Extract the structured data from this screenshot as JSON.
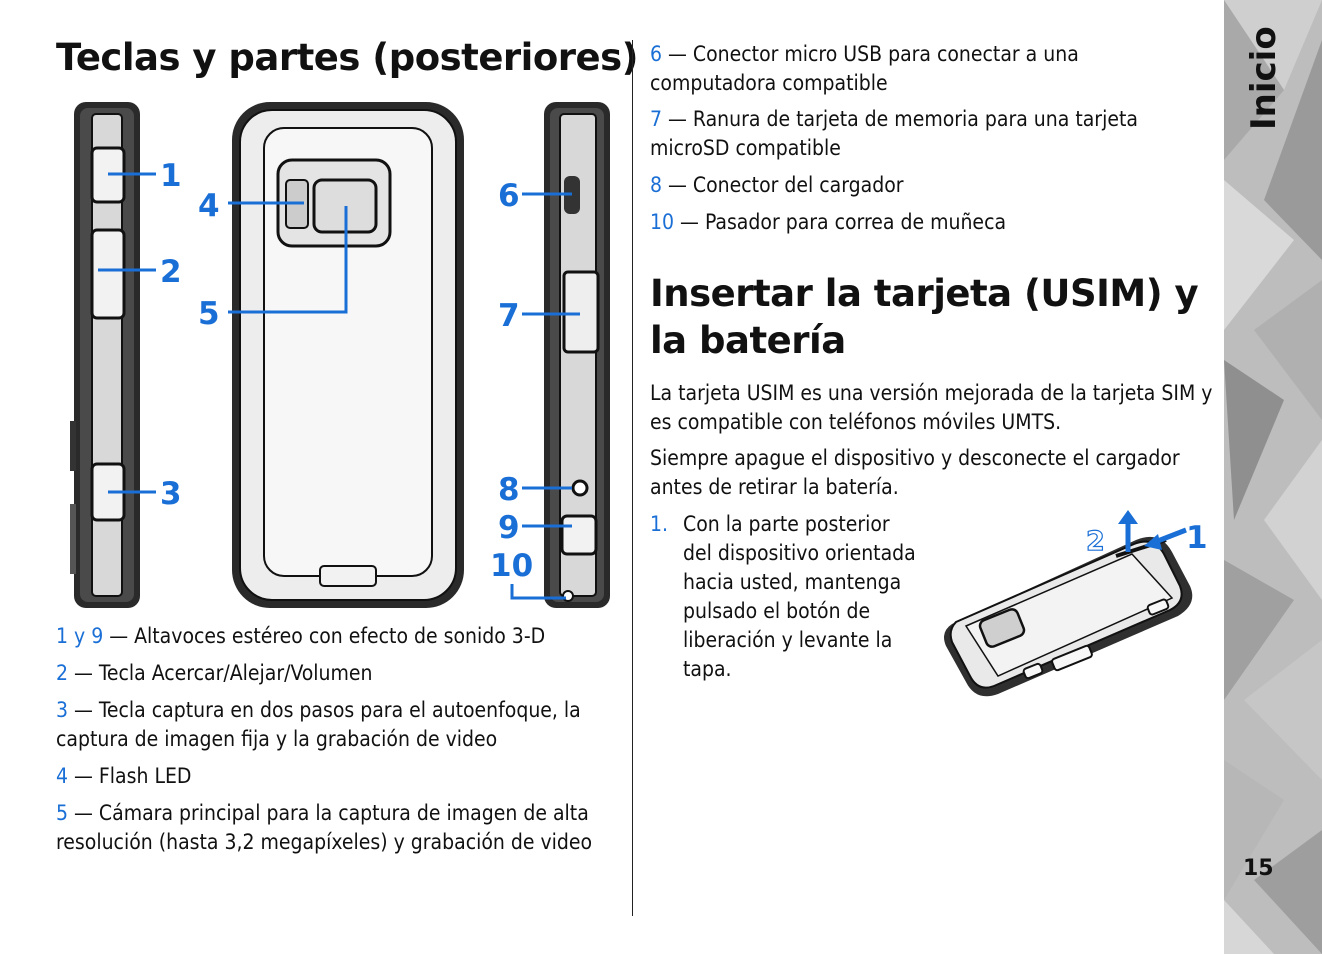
{
  "left": {
    "title": "Teclas y partes (posteriores)",
    "diagram_labels": [
      "1",
      "2",
      "3",
      "4",
      "5",
      "6",
      "7",
      "8",
      "9",
      "10"
    ],
    "items": [
      {
        "num": "1 y 9",
        "text": " — Altavoces estéreo con efecto de sonido 3-D"
      },
      {
        "num": "2",
        "text": " — Tecla Acercar/Alejar/Volumen"
      },
      {
        "num": "3",
        "text": " — Tecla captura en dos pasos para el autoenfoque, la captura de imagen fija y la grabación de video"
      },
      {
        "num": "4",
        "text": " — Flash LED"
      },
      {
        "num": "5",
        "text": " — Cámara principal para la captura de imagen de alta resolución (hasta 3,2 megapíxeles) y grabación de video"
      }
    ]
  },
  "right": {
    "items": [
      {
        "num": "6",
        "text": " — Conector micro USB para conectar a una computadora compatible"
      },
      {
        "num": "7",
        "text": " — Ranura de tarjeta de memoria para una tarjeta microSD compatible"
      },
      {
        "num": "8",
        "text": " — Conector del cargador"
      },
      {
        "num": "10",
        "text": " — Pasador para correa de muñeca"
      }
    ],
    "title": "Insertar la tarjeta (USIM) y la batería",
    "paragraphs": [
      "La tarjeta USIM es una versión mejorada de la tarjeta SIM y es compatible con teléfonos móviles UMTS.",
      "Siempre apague el dispositivo y desconecte el cargador antes de retirar la batería."
    ],
    "steps": [
      {
        "marker": "1.",
        "text": "Con la parte posterior del dispositivo orientada hacia usted, mantenga pulsado el botón de liberación y levante la tapa."
      }
    ],
    "illustration_labels": [
      "2",
      "1"
    ]
  },
  "sidebar": {
    "section": "Inicio",
    "page_number": "15"
  },
  "colors": {
    "accent": "#1a6fd6",
    "sidebar": "#bdbdbd",
    "text": "#111111"
  }
}
